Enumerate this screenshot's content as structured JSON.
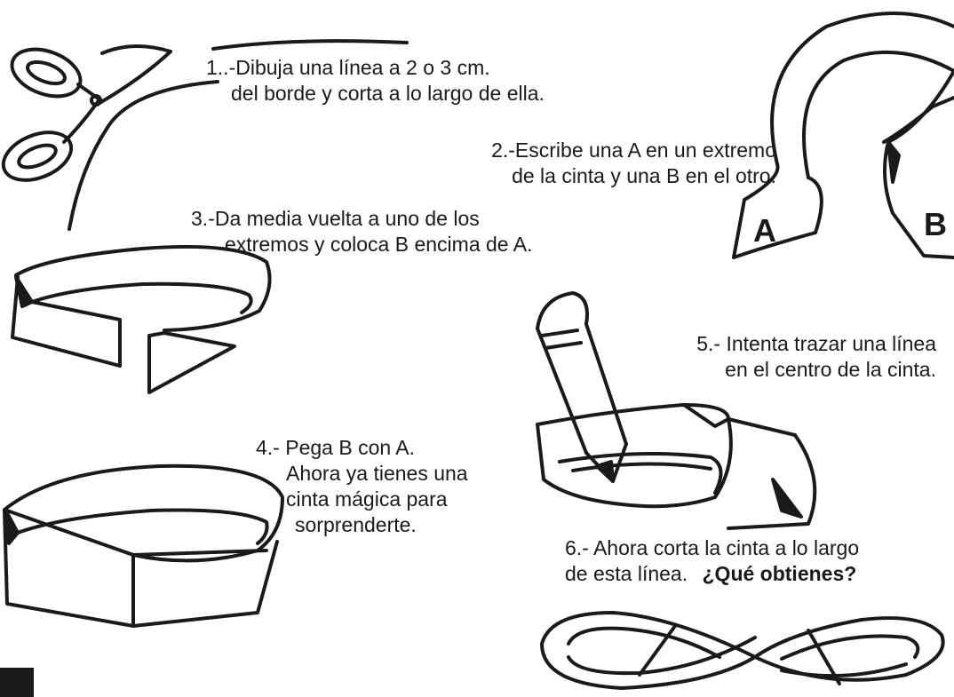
{
  "steps": [
    {
      "id": 1,
      "lines": [
        "1..-Dibuja una línea a 2 o 3 cm.",
        "del borde y corta a lo largo de ella."
      ]
    },
    {
      "id": 2,
      "lines": [
        "2.-Escribe una A en un extremo",
        "de la cinta y una B en el otro."
      ]
    },
    {
      "id": 3,
      "lines": [
        "3.-Da media vuelta a uno de los",
        "extremos y coloca B encima de A."
      ]
    },
    {
      "id": 4,
      "lines": [
        "4.- Pega B con A.",
        "Ahora ya tienes una",
        "cinta mágica para",
        "sorprenderte."
      ]
    },
    {
      "id": 5,
      "lines": [
        "5.- Intenta trazar una línea",
        "en el centro de la cinta."
      ]
    },
    {
      "id": 6,
      "lines": [
        "6.- Ahora corta la cinta a  lo largo",
        "de esta línea.",
        "¿Qué obtienes?"
      ]
    }
  ],
  "labels": {
    "end_a": "A",
    "end_b": "B"
  },
  "colors": {
    "ink": "#1a1a1a",
    "paper": "#ffffff"
  },
  "icons": [
    "scissors-icon",
    "pencil-icon"
  ]
}
